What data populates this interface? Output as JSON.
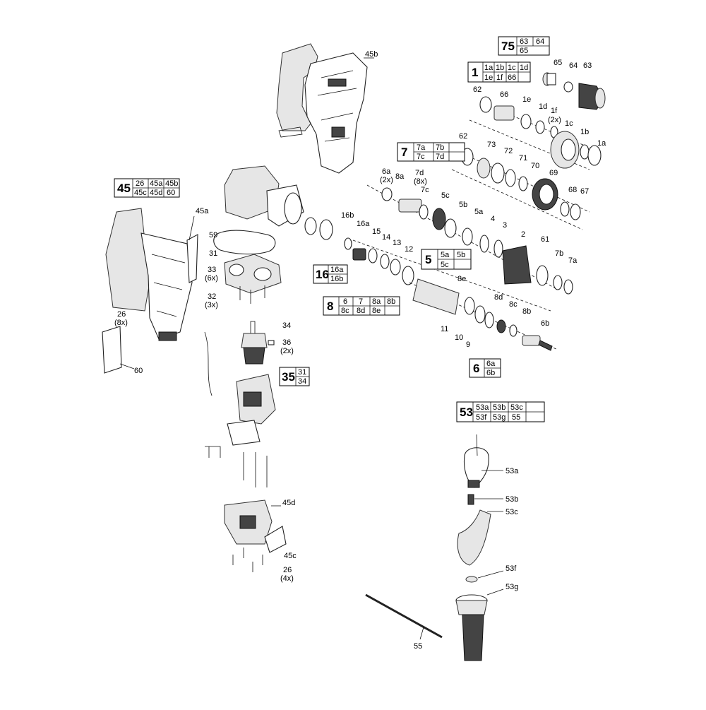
{
  "kits": [
    {
      "id": "kit-75",
      "num": "75",
      "cells": [
        [
          "63",
          "64"
        ],
        [
          "65",
          ""
        ]
      ]
    },
    {
      "id": "kit-1",
      "num": "1",
      "cells": [
        [
          "1a",
          "1b",
          "1c",
          "1d"
        ],
        [
          "1e",
          "1f",
          "66",
          ""
        ]
      ]
    },
    {
      "id": "kit-7",
      "num": "7",
      "cells": [
        [
          "7a",
          "7b"
        ],
        [
          "7c",
          "7d"
        ]
      ]
    },
    {
      "id": "kit-45",
      "num": "45",
      "cells": [
        [
          "26",
          "45a",
          "45b"
        ],
        [
          "45c",
          "45d",
          "60"
        ]
      ]
    },
    {
      "id": "kit-16",
      "num": "16",
      "cells": [
        [
          "16a"
        ],
        [
          "16b"
        ]
      ]
    },
    {
      "id": "kit-5",
      "num": "5",
      "cells": [
        [
          "5a",
          "5b"
        ],
        [
          "5c",
          ""
        ]
      ]
    },
    {
      "id": "kit-8",
      "num": "8",
      "cells": [
        [
          "6",
          "7",
          "8a",
          "8b"
        ],
        [
          "8c",
          "8d",
          "8e",
          ""
        ]
      ]
    },
    {
      "id": "kit-6",
      "num": "6",
      "cells": [
        [
          "6a"
        ],
        [
          "6b"
        ]
      ]
    },
    {
      "id": "kit-35",
      "num": "35",
      "cells": [
        [
          "31"
        ],
        [
          "34"
        ]
      ]
    },
    {
      "id": "kit-53",
      "num": "53",
      "cells": [
        [
          "53a",
          "53b",
          "53c"
        ],
        [
          "53f",
          "53g",
          "55"
        ]
      ]
    }
  ],
  "labels": {
    "l45b": "45b",
    "l65": "65",
    "l64": "64",
    "l63": "63",
    "l62a": "62",
    "l66": "66",
    "l1e": "1e",
    "l1d": "1d",
    "l1f": "1f",
    "l1f2": "(2x)",
    "l1c": "1c",
    "l1b": "1b",
    "l1a": "1a",
    "l62b": "62",
    "l73": "73",
    "l72": "72",
    "l71": "71",
    "l70": "70",
    "l69": "69",
    "l68": "68",
    "l67": "67",
    "l6a": "6a",
    "l6a2": "(2x)",
    "l8a": "8a",
    "l7d": "7d",
    "l7d2": "(8x)",
    "l7c": "7c",
    "l5c": "5c",
    "l5b": "5b",
    "l5a": "5a",
    "l4": "4",
    "l3": "3",
    "l2": "2",
    "l61": "61",
    "l7b": "7b",
    "l7a": "7a",
    "l16b": "16b",
    "l16a": "16a",
    "l15": "15",
    "l14": "14",
    "l13": "13",
    "l12": "12",
    "l8e": "8e",
    "l8d": "8d",
    "l8c": "8c",
    "l8b": "8b",
    "l6b": "6b",
    "l11": "11",
    "l10": "10",
    "l9": "9",
    "l45a": "45a",
    "l59": "59",
    "l31": "31",
    "l33": "33",
    "l33b": "(6x)",
    "l32": "32",
    "l32b": "(3x)",
    "l26a": "26",
    "l26a2": "(8x)",
    "l60": "60",
    "l34": "34",
    "l36": "36",
    "l36b": "(2x)",
    "l45d": "45d",
    "l45c": "45c",
    "l26b": "26",
    "l26b2": "(4x)",
    "l53a": "53a",
    "l53b": "53b",
    "l53c": "53c",
    "l53f": "53f",
    "l53g": "53g",
    "l55": "55"
  }
}
